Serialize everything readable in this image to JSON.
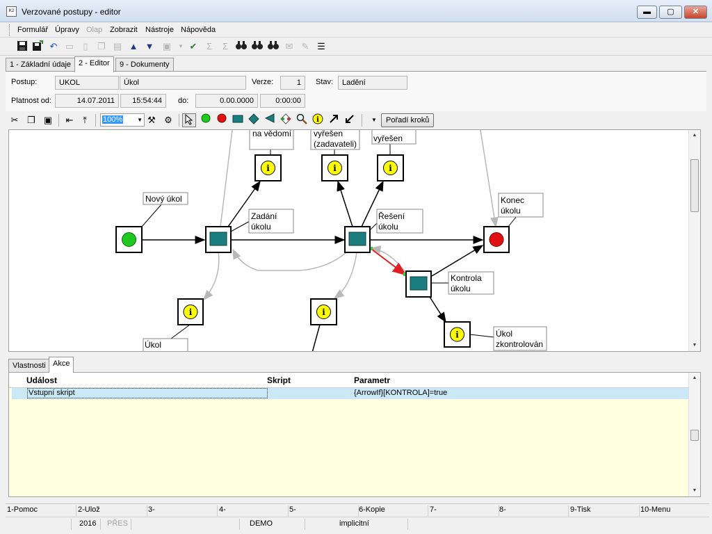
{
  "window": {
    "app_icon_text": "K2",
    "title": "Verzované postupy - editor",
    "buttons": {
      "minimize": "▬",
      "maximize": "▢",
      "close": "✕"
    }
  },
  "menu": [
    {
      "label": "Formulář",
      "enabled": true
    },
    {
      "label": "Úpravy",
      "enabled": true
    },
    {
      "label": "Olap",
      "enabled": false
    },
    {
      "label": "Zobrazit",
      "enabled": true
    },
    {
      "label": "Nástroje",
      "enabled": true
    },
    {
      "label": "Nápověda",
      "enabled": true
    }
  ],
  "toolbar_icons": [
    "save-icon",
    "save-as-icon",
    "undo-icon",
    "open-folder-icon",
    "new-document-icon",
    "copy-icon",
    "book-icon",
    "arrow-up-icon",
    "arrow-down-icon",
    "export-icon",
    "filter-check-icon",
    "sum-icon",
    "sum-select-icon",
    "binoculars-icon",
    "binoculars-next-icon",
    "binoculars-settings-icon",
    "envelope-icon",
    "edit-note-icon",
    "list-menu-icon"
  ],
  "tabs": [
    {
      "label": "1 - Základní údaje"
    },
    {
      "label": "2 - Editor"
    },
    {
      "label": "9 - Dokumenty"
    }
  ],
  "form": {
    "postup_label": "Postup:",
    "postup_code": "UKOL",
    "postup_name": "Úkol",
    "verze_label": "Verze:",
    "verze": "1",
    "stav_label": "Stav:",
    "stav": "Ladění",
    "platnost_label": "Platnost od:",
    "platnost_date": "14.07.2011",
    "platnost_time": "15:54:44",
    "do_label": "do:",
    "do_date": "0.00.0000",
    "do_time": "0:00:00"
  },
  "editor_toolbar": {
    "zoom": "100%",
    "poradi_button": "Pořadí kroků"
  },
  "diagram": {
    "labels": {
      "na_vedomi": "na vědomí",
      "vyresen_zadavateli_1": "vyřešen",
      "vyresen_zadavateli_2": "(zadavateli)",
      "vyresen": "vyřešen",
      "novy_ukol": "Nový úkol",
      "zadani_1": "Zadání",
      "zadani_2": "úkolu",
      "reseni_1": "Řešení",
      "reseni_2": "úkolu",
      "konec_1": "Konec",
      "konec_2": "úkolu",
      "kontrola_1": "Kontrola",
      "kontrola_2": "úkolu",
      "ukol_zkontrolovan_1": "Úkol",
      "ukol_zkontrolovan_2": "zkontrolován",
      "ukol_bottom": "Úkol",
      "info_glyph": "i"
    }
  },
  "bottom_tabs": [
    {
      "label": "Vlastnosti"
    },
    {
      "label": "Akce"
    }
  ],
  "actions_grid": {
    "columns": [
      "Událost",
      "Skript",
      "Parametr"
    ],
    "rows": [
      {
        "udalost": "Vstupní skript",
        "skript": "",
        "parametr": "{ArrowIf}[KONTROLA]=true"
      }
    ]
  },
  "function_keys": [
    "1-Pomoc",
    "2-Ulož",
    "3-",
    "4-",
    "5-",
    "6-Kopie",
    "7-",
    "8-",
    "9-Tisk",
    "10-Menu"
  ],
  "status": {
    "year": "2016",
    "mode": "PŘES",
    "db": "DEMO",
    "profile": "implicitní"
  }
}
